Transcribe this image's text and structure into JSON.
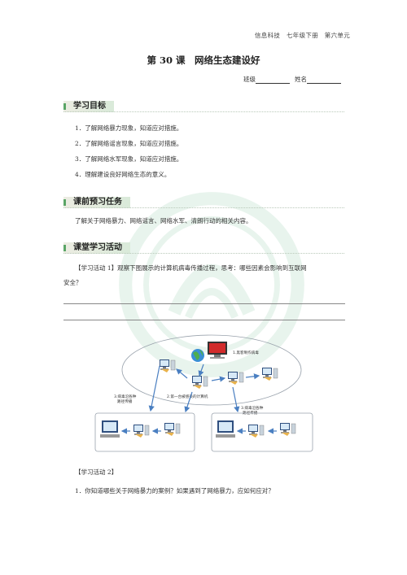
{
  "header": {
    "subject": "信息科技　七年级下册　第六单元"
  },
  "title": "第 30 课　网络生态建设好",
  "class_line": {
    "class_label": "班级",
    "name_label": "姓名"
  },
  "sections": {
    "goals": {
      "title": "学习目标",
      "items": [
        "1．了解网络暴力现象，知道应对措施。",
        "2．了解网络谣言现象，知道应对措施。",
        "3．了解网络水军现象，知道应对措施。",
        "4．理解建设良好网络生态的意义。"
      ]
    },
    "preview": {
      "title": "课前预习任务",
      "text": "了解关于网络暴力、网络谣言、网络水军、清朗行动的相关内容。"
    },
    "activity": {
      "title": "课堂学习活动",
      "activity1_line1": "【学习活动 1】观察下图展示的计算机病毒传播过程，思考：哪些因素会影响到互联网",
      "activity1_line2": "安全？",
      "activity2_title": "【学习活动 2】",
      "q1": "1．你知道哪些关于网络暴力的案例？如果遇到了网络暴力，应如何应对？"
    }
  },
  "diagram": {
    "label_hacker": "1.黑客制作病毒",
    "label_first": "2.第一台被感染的计算机",
    "label_spread_left_1": "3.病毒沿各种",
    "label_spread_left_2": "路径传播",
    "label_spread_right_1": "3.病毒沿各种",
    "label_spread_right_2": "路径传播"
  },
  "colors": {
    "accent_green": "#5aa566",
    "section_bg": "#d9ead9",
    "arrow": "#4a7fc1",
    "screen_red": "#d22b2b"
  }
}
